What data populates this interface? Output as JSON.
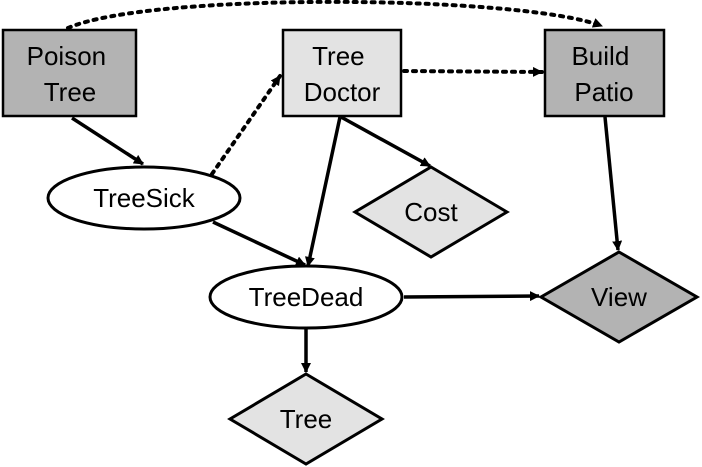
{
  "diagram": {
    "colors": {
      "dark_gray": "#b3b3b3",
      "light_gray": "#e3e3e3",
      "white": "#ffffff",
      "stroke": "#000000"
    },
    "nodes": {
      "poison_tree": {
        "line1": "Poison",
        "line2": "Tree",
        "shape": "rectangle"
      },
      "tree_doctor": {
        "line1": "Tree",
        "line2": "Doctor",
        "shape": "rectangle"
      },
      "build_patio": {
        "line1": "Build",
        "line2": "Patio",
        "shape": "rectangle"
      },
      "tree_sick": {
        "label": "TreeSick",
        "shape": "ellipse"
      },
      "tree_dead": {
        "label": "TreeDead",
        "shape": "ellipse"
      },
      "cost": {
        "label": "Cost",
        "shape": "diamond"
      },
      "view": {
        "label": "View",
        "shape": "diamond"
      },
      "tree": {
        "label": "Tree",
        "shape": "diamond"
      }
    },
    "edges": [
      {
        "from": "Poison Tree",
        "to": "Build Patio",
        "style": "dotted"
      },
      {
        "from": "Poison Tree",
        "to": "TreeSick",
        "style": "solid"
      },
      {
        "from": "TreeSick",
        "to": "Tree Doctor",
        "style": "dotted"
      },
      {
        "from": "TreeSick",
        "to": "TreeDead",
        "style": "solid"
      },
      {
        "from": "Tree Doctor",
        "to": "Build Patio",
        "style": "dotted"
      },
      {
        "from": "Tree Doctor",
        "to": "Cost",
        "style": "solid"
      },
      {
        "from": "Tree Doctor",
        "to": "TreeDead",
        "style": "solid"
      },
      {
        "from": "Build Patio",
        "to": "View",
        "style": "solid"
      },
      {
        "from": "TreeDead",
        "to": "View",
        "style": "solid"
      },
      {
        "from": "TreeDead",
        "to": "Tree",
        "style": "solid"
      }
    ]
  }
}
